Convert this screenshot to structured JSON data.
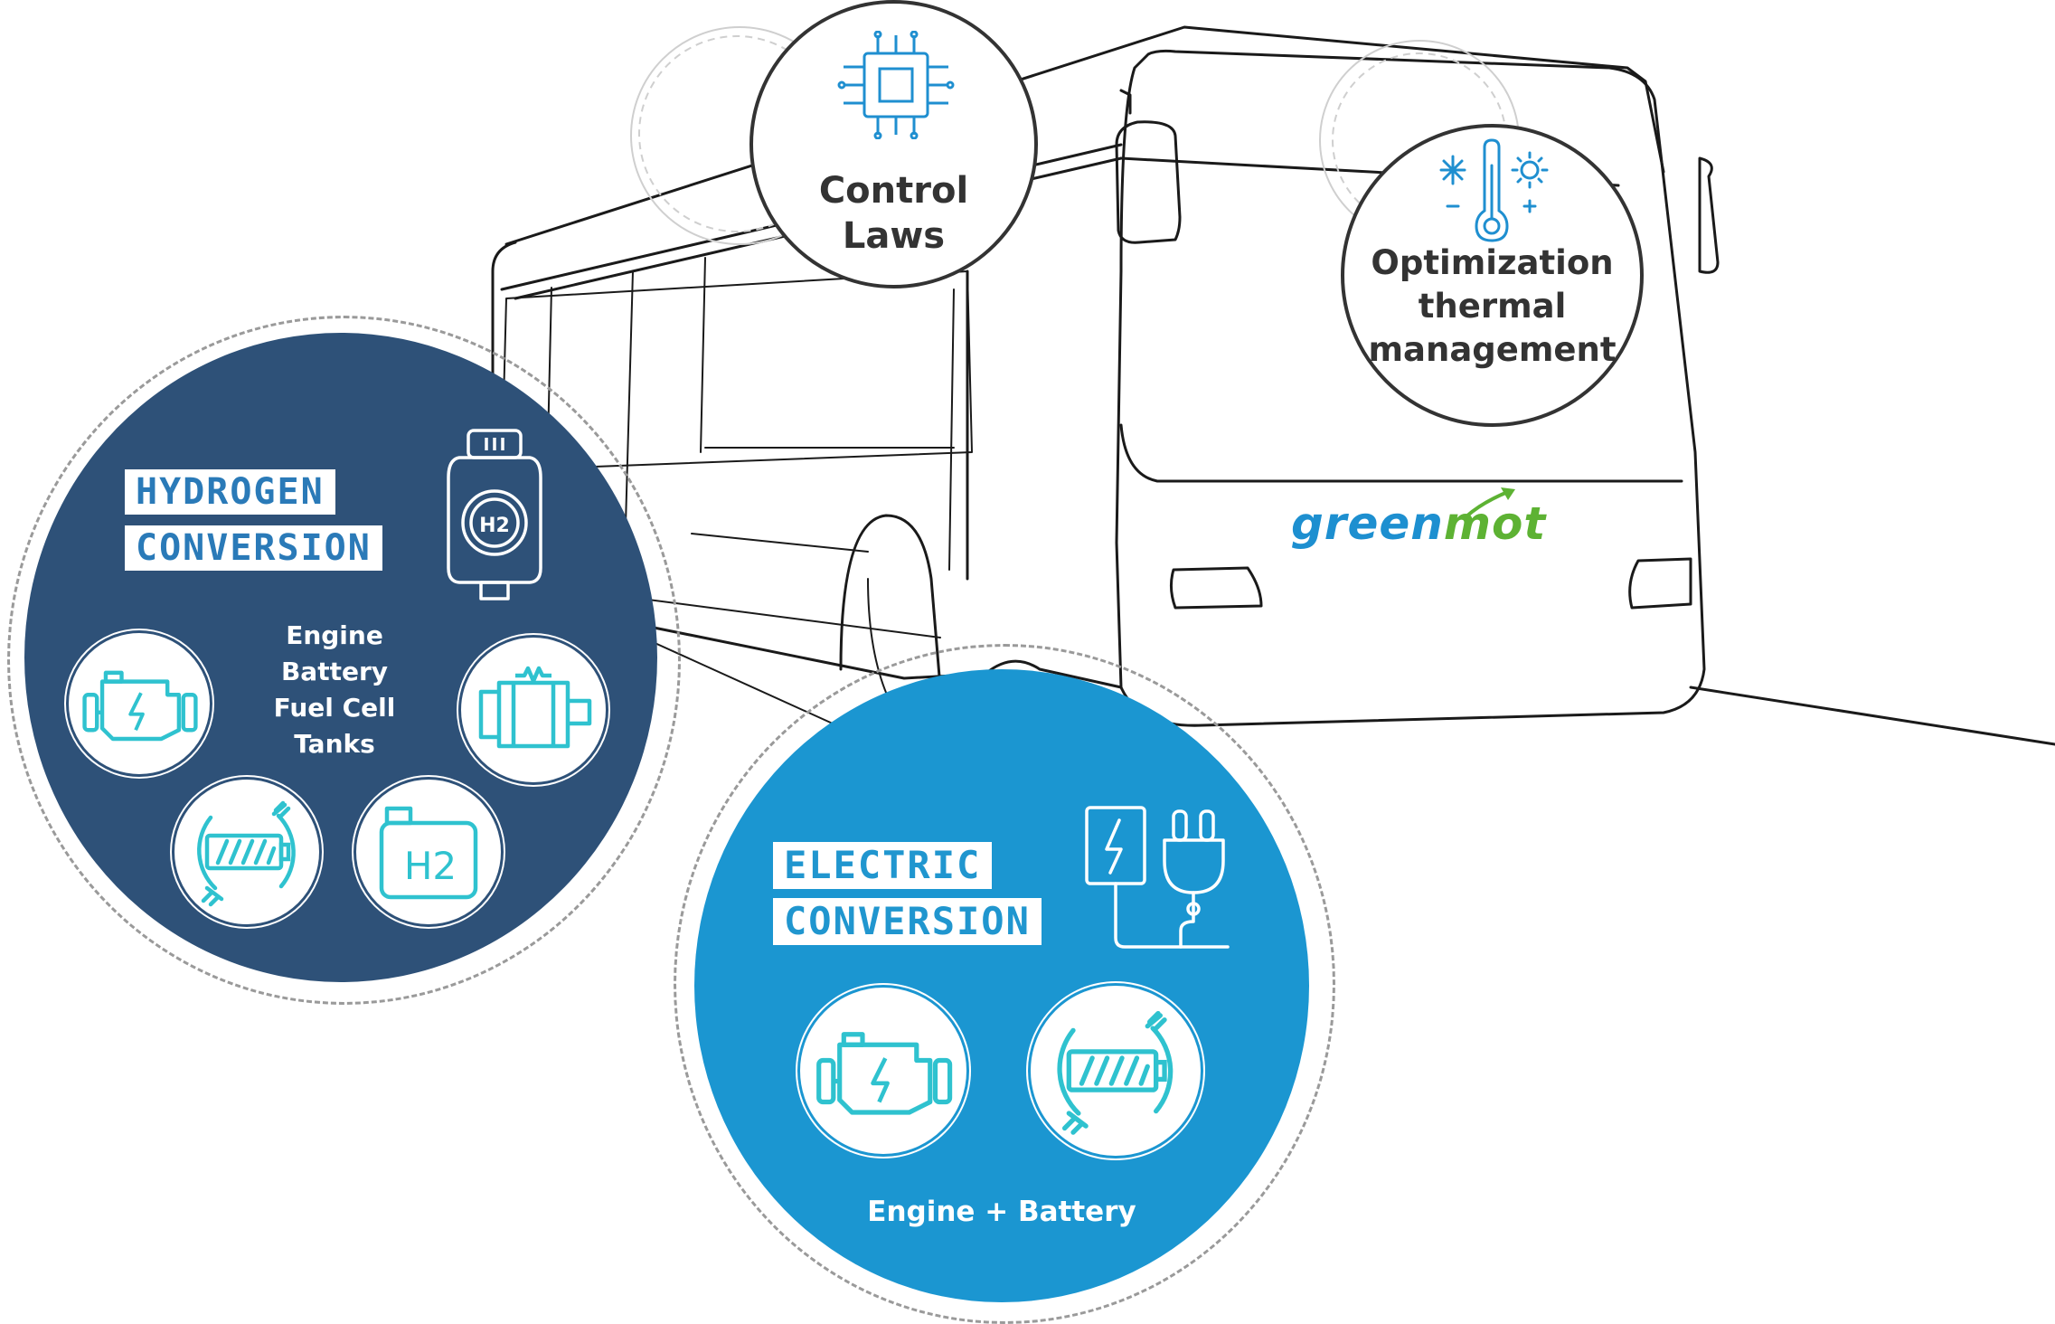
{
  "control_laws": {
    "line1": "Control",
    "line2": "Laws",
    "icon": "cpu-chip-icon"
  },
  "thermal": {
    "line1": "Optimization",
    "line2": "thermal",
    "line3": "management",
    "icon": "thermometer-snowflake-sun-icon"
  },
  "logo": {
    "part1": "green",
    "part2": "mot",
    "color1": "#1d8fd0",
    "color2": "#5db233"
  },
  "hydrogen": {
    "title1": "HYDROGEN",
    "title2": "CONVERSION",
    "components": [
      "Engine",
      "Battery",
      "Fuel Cell",
      "Tanks"
    ],
    "bg_color": "#2e5178",
    "icons": [
      "h2-cylinder-icon",
      "engine-icon",
      "fuel-cell-icon",
      "battery-charging-icon",
      "h2-tank-icon"
    ],
    "h2_tank_label": "H2",
    "h2_cylinder_label": "H2"
  },
  "electric": {
    "title1": "ELECTRIC",
    "title2": "CONVERSION",
    "components": "Engine + Battery",
    "bg_color": "#1b96d1",
    "icons": [
      "charger-plug-icon",
      "engine-icon",
      "battery-charging-icon"
    ]
  },
  "colors": {
    "title_hydrogen": "#2a7ab8",
    "title_electric": "#2096cf",
    "icon_teal": "#2fc2cf",
    "outline": "#1a1a1a"
  }
}
